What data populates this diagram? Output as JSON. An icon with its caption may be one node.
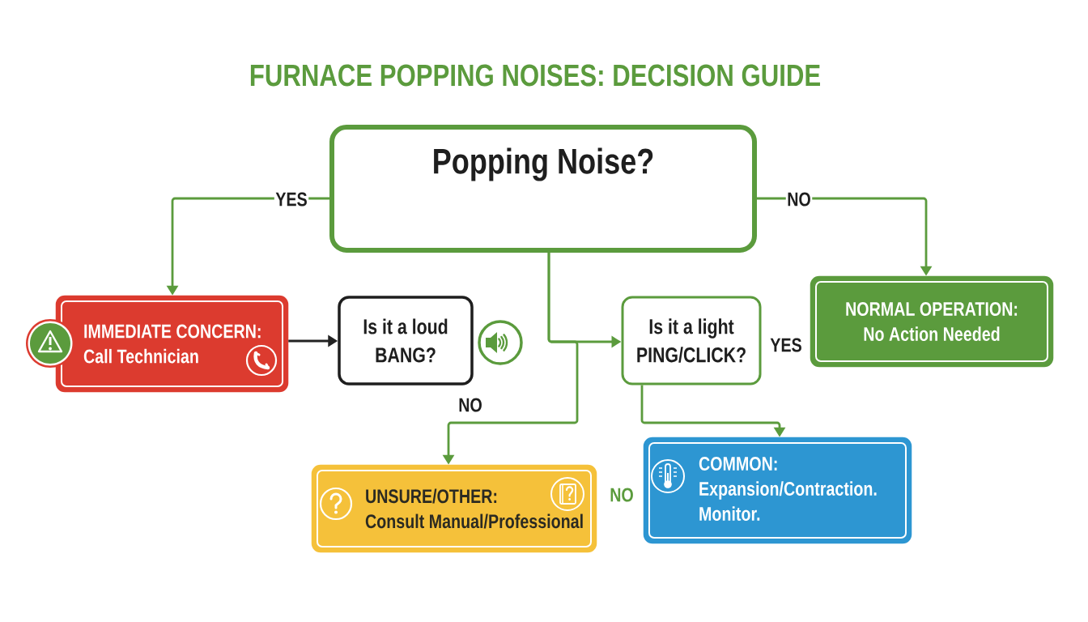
{
  "diagram": {
    "title": "FURNACE POPPING NOISES: DECISION GUIDE",
    "nodes": [
      {
        "text": [
          "Popping Noise?"
        ]
      },
      {
        "text": [
          "IMMEDIATE CONCERN:",
          "Call Technician"
        ]
      },
      {
        "text": [
          "Is it a loud BANG?"
        ]
      },
      {
        "text": [
          "Is it a light PING/CLICK?"
        ]
      },
      {
        "text": [
          "NORMAL OPERATION:",
          "No Action Needed"
        ]
      },
      {
        "text": [
          "UNSURE/OTHER:",
          "Consult Manual/Professional"
        ]
      },
      {
        "text": [
          "COMMON:",
          "Expansion/Contraction. Monitor."
        ]
      }
    ],
    "edges": [
      {
        "from": 0,
        "to": 1,
        "arrow": "to",
        "label": "YES"
      },
      {
        "from": 0,
        "to": 4,
        "arrow": "to",
        "label": "NO"
      },
      {
        "from": 1,
        "to": 2,
        "arrow": "to",
        "color": "#222222"
      },
      {
        "from": 0,
        "to": 3,
        "arrow": "to"
      },
      {
        "from": 0,
        "to": 5,
        "arrow": "to",
        "label": "NO"
      },
      {
        "from": 3,
        "to": 6,
        "arrow": "to"
      }
    ],
    "labels": [
      "YES",
      "NO"
    ]
  }
}
